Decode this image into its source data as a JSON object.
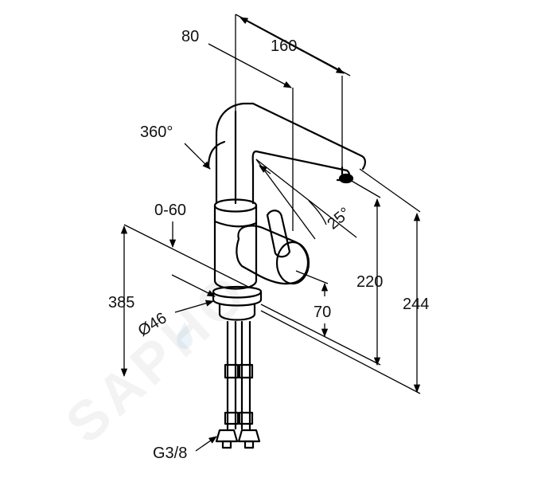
{
  "watermark": {
    "text": "SAPHO"
  },
  "dimensions": {
    "spout_offset": "80",
    "spout_reach": "160",
    "swivel_angle": "360°",
    "lever_range": "0-60",
    "lever_tilt": "25°",
    "height_spout_outlet": "220",
    "overall_height": "244",
    "hose_length": "385",
    "base_diameter": "Ø46",
    "lever_height": "70",
    "connection_thread": "G3/8"
  }
}
